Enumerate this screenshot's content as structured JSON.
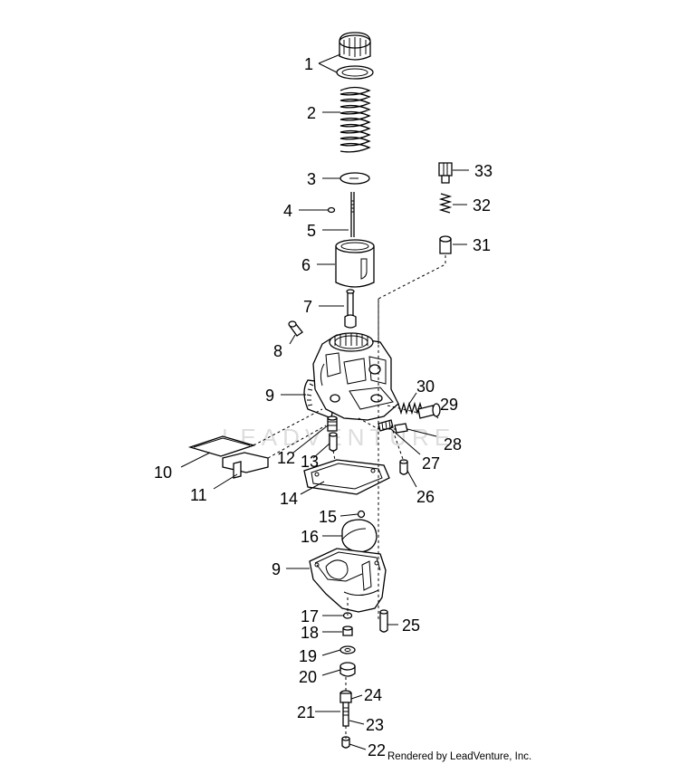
{
  "credit": "Rendered by LeadVenture, Inc.",
  "watermark": "LEADVENTURE",
  "callouts": {
    "c1": "1",
    "c2": "2",
    "c3": "3",
    "c4": "4",
    "c5": "5",
    "c6": "6",
    "c7": "7",
    "c8": "8",
    "c9a": "9",
    "c9b": "9",
    "c10": "10",
    "c11": "11",
    "c12": "12",
    "c13": "13",
    "c14": "14",
    "c15": "15",
    "c16": "16",
    "c17": "17",
    "c18": "18",
    "c19": "19",
    "c20": "20",
    "c21": "21",
    "c22": "22",
    "c23": "23",
    "c24": "24",
    "c25": "25",
    "c26": "26",
    "c27": "27",
    "c28": "28",
    "c29": "29",
    "c30": "30",
    "c31": "31",
    "c32": "32",
    "c33": "33"
  }
}
